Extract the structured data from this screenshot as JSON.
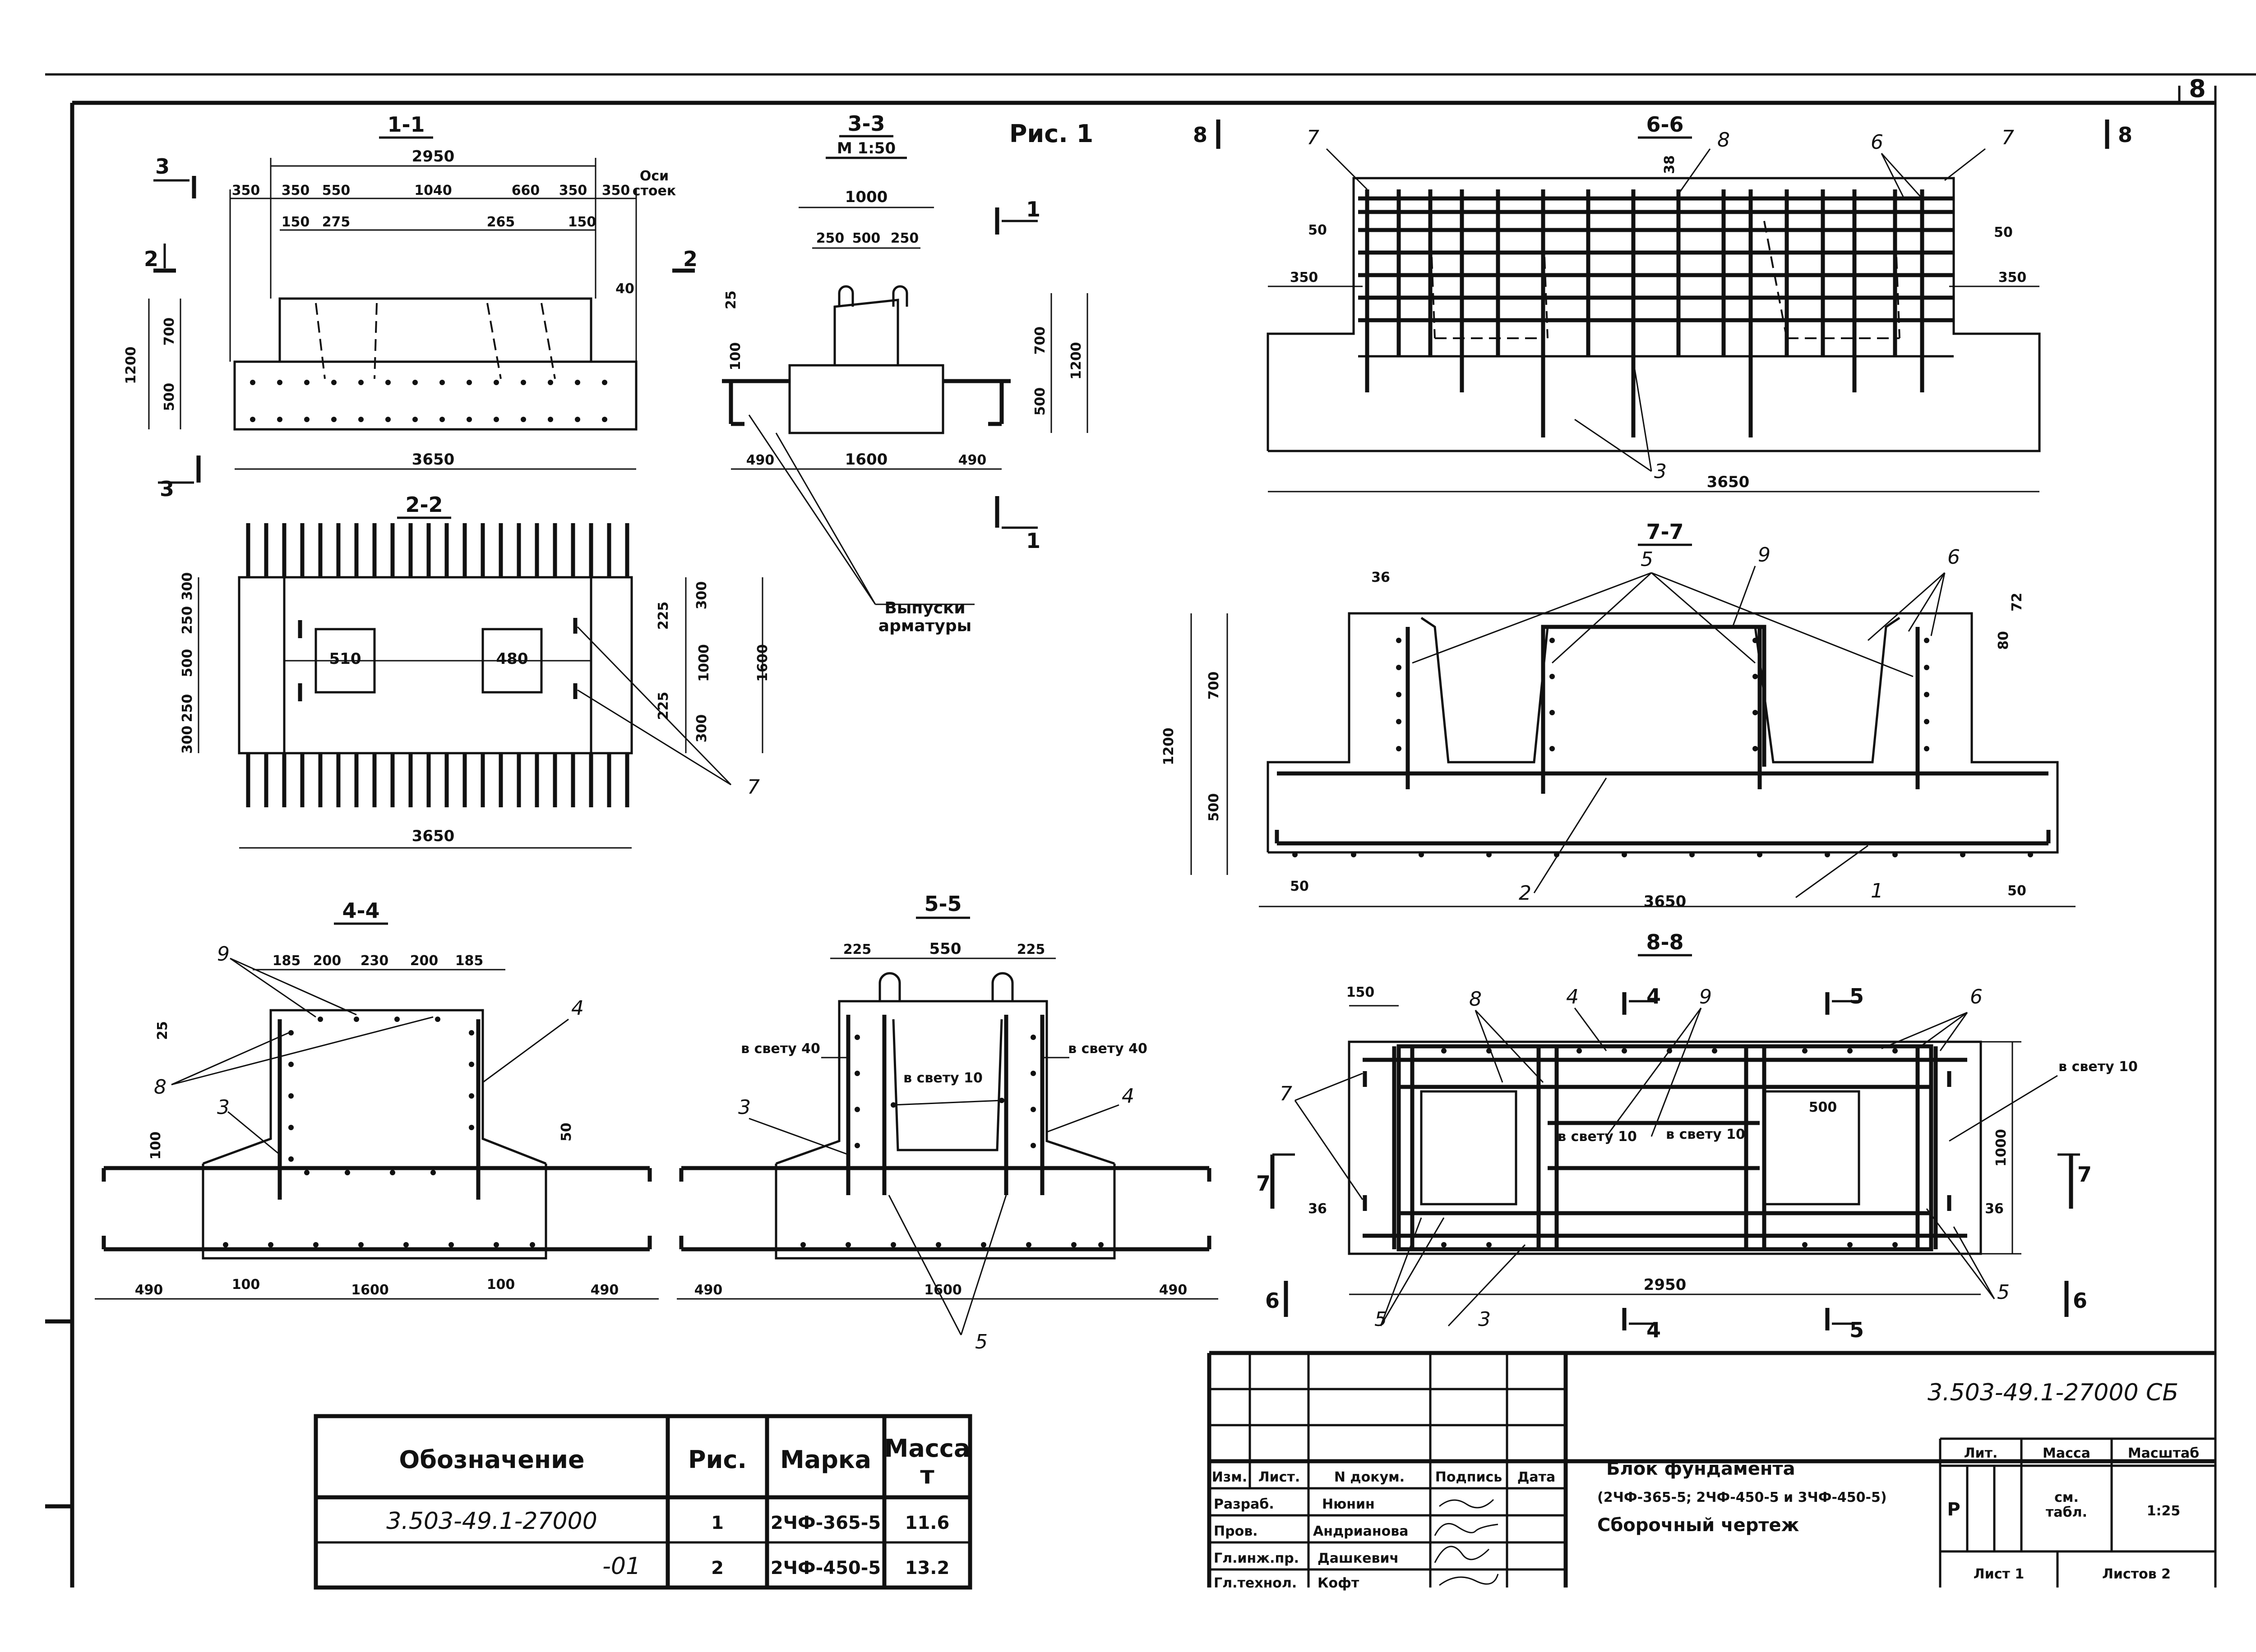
{
  "sheet_number": "8",
  "fig_label": "Рис. 1",
  "sec11": {
    "title": "1-1",
    "axes_note": "Оси\nстоек",
    "overall_dim": "2950",
    "top_dims": [
      "350",
      "350",
      "550",
      "1040",
      "660",
      "350",
      "350"
    ],
    "inner_dims": [
      "150",
      "275",
      "265",
      "150"
    ],
    "dim_40": "40",
    "height_total": "1200",
    "height_upper": "700",
    "height_lower": "500",
    "bottom_dim": "3650",
    "cut3": "3",
    "cut2": "2"
  },
  "sec22": {
    "title": "2-2",
    "left_dims": [
      "300",
      "250",
      "500",
      "250",
      "300"
    ],
    "right_dims": [
      "225",
      "300",
      "225",
      "300"
    ],
    "height_inner": "1000",
    "height_total": "1600",
    "opening_left": "510",
    "opening_right": "480",
    "bottom_dim": "3650",
    "callout_7": "7"
  },
  "sec33": {
    "title": "3-3",
    "scale": "М 1:50",
    "top_dim": "1000",
    "top_sub": [
      "250",
      "500",
      "250"
    ],
    "dim_25": "25",
    "dim_100": "100",
    "h_upper": "700",
    "h_lower": "500",
    "h_total": "1200",
    "bottom": [
      "490",
      "1600",
      "490"
    ],
    "cut1": "1",
    "note": "Выпуски\nарматуры"
  },
  "sec66": {
    "title": "6-6",
    "cut_labels": [
      "8",
      "8"
    ],
    "callouts": [
      "7",
      "8",
      "6",
      "7",
      "3"
    ],
    "dim_38": "38",
    "dim_50": "50",
    "dim_350": "350",
    "bottom_dim": "3650"
  },
  "sec77": {
    "title": "7-7",
    "callouts": [
      "5",
      "9",
      "6",
      "2",
      "1"
    ],
    "dim_36": "36",
    "dim_72": "72",
    "dim_80": "80",
    "h_upper": "700",
    "h_lower": "500",
    "h_total": "1200",
    "dim_50": "50",
    "bottom_dim": "3650"
  },
  "sec44": {
    "title": "4-4",
    "top_dims": [
      "185",
      "200",
      "230",
      "200",
      "185"
    ],
    "callouts": [
      "9",
      "8",
      "3",
      "4"
    ],
    "dim_25": "25",
    "dim_100": "100",
    "dim_50": "50",
    "bottom_dims": [
      "490",
      "100",
      "1600",
      "100",
      "490"
    ]
  },
  "sec55": {
    "title": "5-5",
    "top_dims": [
      "225",
      "550",
      "225"
    ],
    "note_left": "в свету 40",
    "note_right": "в свету 40",
    "note_mid": "в свету 10",
    "callouts": [
      "3",
      "4",
      "5"
    ],
    "bottom_dims": [
      "490",
      "1600",
      "490"
    ]
  },
  "sec88": {
    "title": "8-8",
    "dim_150": "150",
    "callouts": [
      "8",
      "4",
      "9",
      "6",
      "7",
      "5",
      "3",
      "5"
    ],
    "cut4": "4",
    "cut5": "5",
    "cut6": "6",
    "cut7": "7",
    "note_right": "в свету 10",
    "note_a": "в свету 10",
    "note_b": "в свету 10",
    "dim_500": "500",
    "dim_1000": "1000",
    "dim_36": "36",
    "bottom_dim": "2950"
  },
  "spec_table": {
    "headers": [
      "Обозначение",
      "Рис.",
      "Марка",
      "Масса\nт"
    ],
    "rows": [
      [
        "3.503-49.1-27000",
        "1",
        "2ЧФ-365-5",
        "11.6"
      ],
      [
        "-01",
        "2",
        "2ЧФ-450-5",
        "13.2"
      ]
    ]
  },
  "title_block": {
    "doc_code": "3.503-49.1-27000 СБ",
    "col_heads": [
      "Изм.",
      "Лист.",
      "N докум.",
      "Подпись",
      "Дата"
    ],
    "roles": [
      "Разраб.",
      "Пров.",
      "Гл.инж.пр.",
      "Гл.технол."
    ],
    "names": [
      "Нюнин",
      "Андрианова",
      "Дашкевич",
      "Кофт"
    ],
    "title_lines": [
      "Блок фундамента",
      "(2ЧФ-365-5; 2ЧФ-450-5 и 3ЧФ-450-5)",
      "Сборочный чертеж"
    ],
    "lit_label": "Лит.",
    "mass_label": "Масса",
    "scale_label": "Масштаб",
    "lit_value": "Р",
    "mass_value": "см.\nтабл.",
    "scale_value": "1:25",
    "sheet_label": "Лист 1",
    "sheets_label": "Листов 2"
  }
}
